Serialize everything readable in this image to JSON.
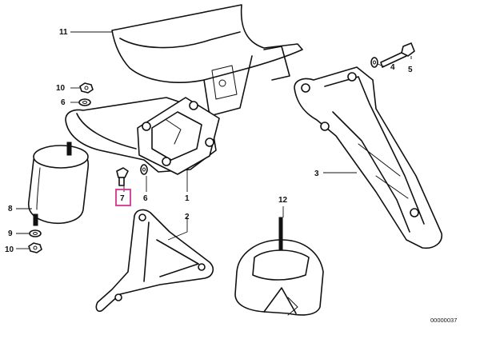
{
  "diagram": {
    "callouts": [
      {
        "id": "c1",
        "text": "1"
      },
      {
        "id": "c2",
        "text": "2"
      },
      {
        "id": "c3",
        "text": "3"
      },
      {
        "id": "c4",
        "text": "4"
      },
      {
        "id": "c5",
        "text": "5"
      },
      {
        "id": "c6a",
        "text": "6"
      },
      {
        "id": "c6b",
        "text": "6"
      },
      {
        "id": "c7",
        "text": "7",
        "highlighted": true
      },
      {
        "id": "c8",
        "text": "8"
      },
      {
        "id": "c9",
        "text": "9"
      },
      {
        "id": "c10a",
        "text": "10"
      },
      {
        "id": "c10b",
        "text": "10"
      },
      {
        "id": "c11",
        "text": "11"
      },
      {
        "id": "c12",
        "text": "12"
      }
    ],
    "drawing_code": "00000037",
    "highlight_color": "#d6338a"
  }
}
